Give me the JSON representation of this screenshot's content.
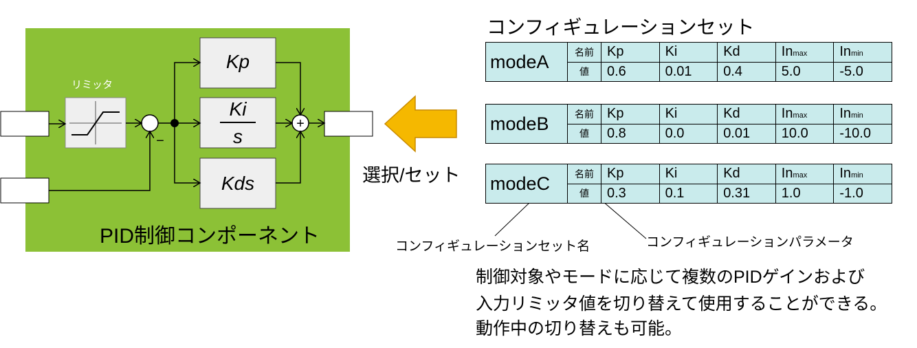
{
  "pid": {
    "title": "PID制御コンポーネント",
    "limiter_label": "リミッタ",
    "gain_kp": "Kp",
    "gain_ki_numerator": "Ki",
    "gain_ki_denominator": "s",
    "gain_kds": "Kds",
    "sum_symbol": "+",
    "minus_symbol": "−"
  },
  "config": {
    "title": "コンフィギュレーションセット",
    "select_label": "選択/セット",
    "row_labels": {
      "name": "名前",
      "value": "値"
    },
    "headers": [
      "Kp",
      "Ki",
      "Kd",
      "In",
      "In"
    ],
    "header_subscripts": [
      "",
      "",
      "",
      "max",
      "min"
    ],
    "modes": [
      {
        "name": "modeA",
        "values": [
          "0.6",
          "0.01",
          "0.4",
          "5.0",
          "-5.0"
        ]
      },
      {
        "name": "modeB",
        "values": [
          "0.8",
          "0.0",
          "0.01",
          "10.0",
          "-10.0"
        ]
      },
      {
        "name": "modeC",
        "values": [
          "0.3",
          "0.1",
          "0.31",
          "1.0",
          "-1.0"
        ]
      }
    ]
  },
  "callouts": {
    "set_name": "コンフィギュレーションセット名",
    "parameters": "コンフィギュレーションパラメータ"
  },
  "description": {
    "line1": "制御対象やモードに応じて複数のPIDゲインおよび",
    "line2": "入力リミッタ値を切り替えて使用することができる。",
    "line3": "動作中の切り替えも可能。"
  },
  "colors": {
    "component_bg": "#8cc136",
    "block_fill": "#efefef",
    "table_fill": "#c9ebec",
    "arrow_fill": "#f5b800"
  }
}
